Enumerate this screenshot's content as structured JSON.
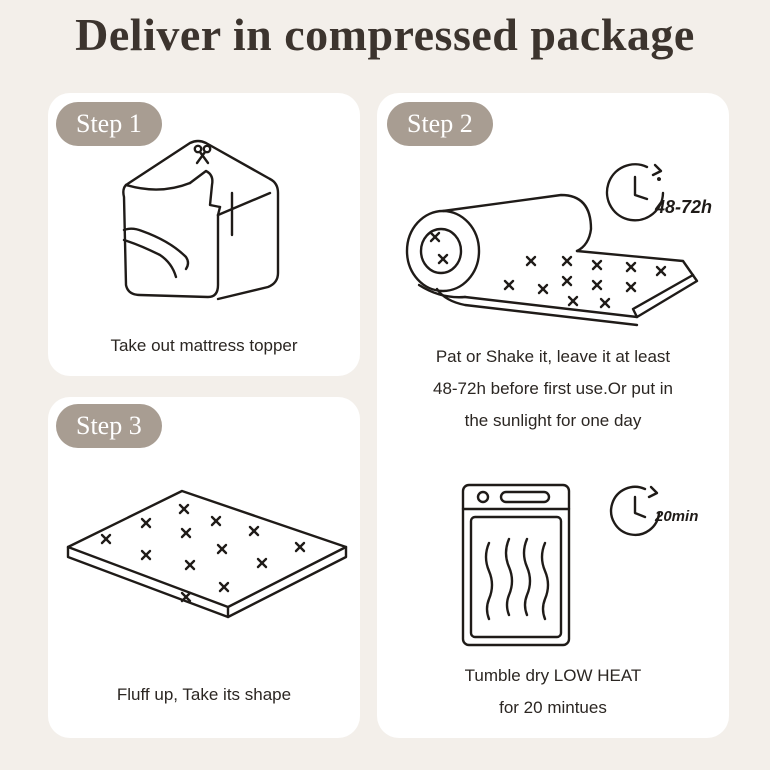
{
  "title": "Deliver in compressed package",
  "steps": [
    {
      "label": "Step 1",
      "caption": "Take out mattress topper"
    },
    {
      "label": "Step 2",
      "caption_lines": [
        "Pat or Shake it, leave it at least",
        "48-72h before first use.Or put in",
        "the sunlight for one day"
      ],
      "timer": "48-72h"
    },
    {
      "label": "Step 3",
      "caption": "Fluff up, Take its shape"
    }
  ],
  "dryer": {
    "caption_lines": [
      "Tumble dry LOW HEAT",
      "for 20 mintues"
    ],
    "timer": "20min"
  },
  "colors": {
    "background": "#f3efea",
    "card": "#ffffff",
    "pill": "#a89d92",
    "ink": "#1f1b18"
  },
  "icons": [
    "scissors-icon",
    "package-icon",
    "rolled-topper-icon",
    "clock-icon",
    "mattress-topper-icon",
    "dryer-icon"
  ]
}
